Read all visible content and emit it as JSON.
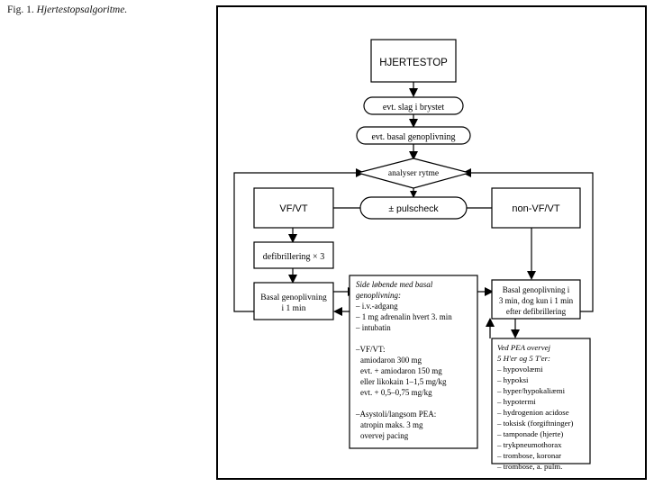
{
  "caption": {
    "label": "Fig. 1.",
    "title": "Hjertestopsalgoritme."
  },
  "chart_data": {
    "type": "diagram",
    "title": "Hjertestopsalgoritme",
    "language": "Danish",
    "nodes": {
      "cardiac_arrest": "HJERTESTOP",
      "precordial_thump": "evt. slag i brystet",
      "basic_cpr": "evt. basal genoplivning",
      "analyse_rhythm": "analyser rytme",
      "pulse_check": "± pulscheck",
      "vf_vt": "VF/VT",
      "non_vf_vt": "non-VF/VT",
      "defibrillation": "defibrillering × 3",
      "basic_cpr_left_line1": "Basal genoplivning",
      "basic_cpr_left_line2": "i 1 min",
      "basic_cpr_right_line1": "Basal genoplivning i",
      "basic_cpr_right_line2": "3 min, dog kun i 1 min",
      "basic_cpr_right_line3": "efter defibrillering"
    },
    "notes_box": {
      "header": [
        "Side løbende med basal",
        "genoplivning:"
      ],
      "general": [
        "– i.v.-adgang",
        "– 1 mg adrenalin hvert 3. min",
        "– intubatin"
      ],
      "vf_vt_header": "–VF/VT:",
      "vf_vt_items": [
        "amiodaron 300 mg",
        "evt. + amiodaron 150 mg",
        "eller likokain 1–1,5 mg/kg",
        "evt. + 0,5–0,75 mg/kg"
      ],
      "asystole_header": "–Asystoli/langsom PEA:",
      "asystole_items": [
        "atropin maks. 3 mg",
        "overvej pacing"
      ]
    },
    "pea_box": {
      "header": [
        "Ved PEA overvej",
        "5 H'er og 5 T'er:"
      ],
      "items": [
        "– hypovolæmi",
        "– hypoksi",
        "– hyper/hypokaliæmi",
        "– hypotermi",
        "– hydrogenion acidose",
        "– toksisk (forgiftninger)",
        "– tamponade (hjerte)",
        "– trykpneumothorax",
        "– trombose, koronar",
        "– trombose, a. pulm."
      ]
    },
    "colors": {
      "stroke": "#000000",
      "fill": "#ffffff",
      "text": "#000000"
    }
  }
}
